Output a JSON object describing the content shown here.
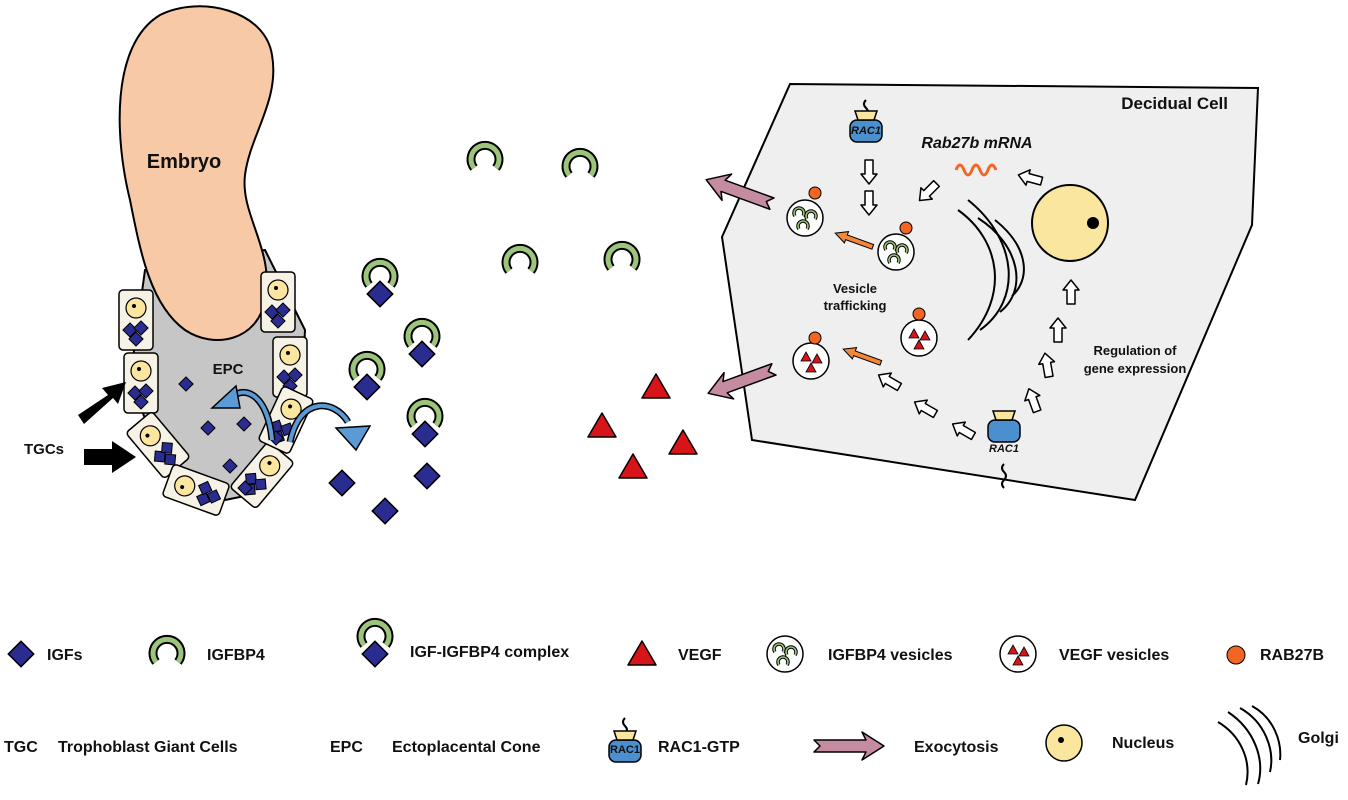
{
  "diagram": {
    "embryo_label": "Embryo",
    "epc_label": "EPC",
    "tgcs_label": "TGCs",
    "decidual_label": "Decidual Cell",
    "mrna_label": "Rab27b mRNA",
    "rac1_label": "RAC1",
    "vesicle_label_line1": "Vesicle",
    "vesicle_label_line2": "trafficking",
    "regulation_line1": "Regulation of",
    "regulation_line2": "gene expression"
  },
  "legend": {
    "igfs": "IGFs",
    "igfbp4": "IGFBP4",
    "complex": "IGF-IGFBP4 complex",
    "vegf": "VEGF",
    "igfbp4_vesicles": "IGFBP4 vesicles",
    "vegf_vesicles": "VEGF vesicles",
    "rab27b": "RAB27B",
    "tgc_abbr": "TGC",
    "tgc_full": "Trophoblast Giant Cells",
    "epc_abbr": "EPC",
    "epc_full": "Ectoplacental Cone",
    "rac1_gtp": "RAC1-GTP",
    "exocytosis": "Exocytosis",
    "nucleus": "Nucleus",
    "golgi": "Golgi"
  },
  "colors": {
    "embryo": "#f8c9a6",
    "epc": "#c6c6c6",
    "nucleus": "#fbe6a0",
    "igf": "#2b2c8f",
    "igfbp4": "#9cc47a",
    "vegf": "#d8141b",
    "rab27b": "#f26522",
    "rac1": "#4b8fcf",
    "exocytosis": "#c58ba0",
    "trafficking": "#f0873a",
    "curved_arrow": "#5b9bd5",
    "decidual": "#efefef",
    "mrna": "#f26522"
  }
}
